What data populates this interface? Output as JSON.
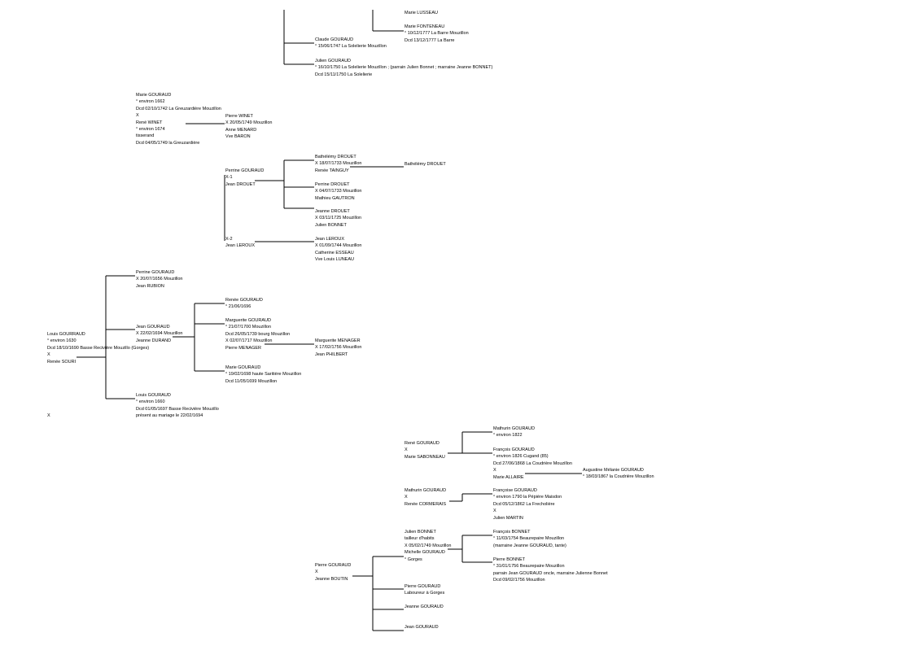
{
  "tree": {
    "marie_lusseau": [
      "Marie LUSSEAU"
    ],
    "marie_fonteneau": [
      "Marie FONTENEAU",
      "° 10/12/1777 La Barre Mouzillon",
      "Dcd 13/12/1777 La Barre"
    ],
    "claude_gouraud": [
      "Claude GOURAUD",
      "° 15/06/1747 La Solelierie Mouzillon"
    ],
    "julien_gouraud_1750": [
      "Julien GOURAUD",
      "° 16/10/1750 La Solelierie Mouzillon ; (parrain Julien Bonnet ; marraine Jeanne BONNET)",
      "Dcd 15/11/1750 La Solelierie"
    ],
    "marie_gouraud_winet": [
      "Marie GOURAUD",
      "° environ 1662",
      "Dcd 02/10/1742 La Greuzardière Mouzillon",
      "X",
      "René WINET",
      "° environ 1674",
      "tisserand",
      "Dcd 04/05/1749 la Greuzardière"
    ],
    "pierre_winet": [
      "Pierre WINET",
      "X  20/05/1749 Mouzillon",
      "Anne MENARD",
      "Vve BARON"
    ],
    "perrine_gouraud_drouet": [
      "Perrine GOURAUD",
      "X-1",
      "Jean DROUET"
    ],
    "barthelemy_drouet_1": [
      "Bathélémy DROUET",
      "X 18/07/1733 Mouzillon",
      "Renée TAINGUY"
    ],
    "barthelemy_drouet_2": [
      "Bathélémy DROUET"
    ],
    "perrine_drouet": [
      "Perrine DROUET",
      "X 04/07/1733 Mouzillon",
      "Mathieu GAUTRON"
    ],
    "jeanne_drouet": [
      "Jeanne DROUET",
      "X 03/11/1725 Mouzillon",
      "Julien BONNET"
    ],
    "x2_jean_leroux": [
      "X-2",
      "Jean LEROUX"
    ],
    "jean_leroux_child": [
      "Jean LEROUX",
      "X 01/09/1744 Mouzillon",
      "Catherine ESSEAU",
      "Vve Louis LUNEAU"
    ],
    "perrine_gouraud_rubion": [
      "Perrine GOURAUD",
      "X 20/07/1656 Mouzillon",
      "Jean RUBION"
    ],
    "jean_gouraud_durand": [
      "Jean GOURAUD",
      "X 22/02/1694 Mouzillon",
      "Jeanne DURAND"
    ],
    "louis_gourraud_souri": [
      "Louis GOURRAUD",
      "° environ 1630",
      "Dcd 18/10/1690 Basse Recivière Mouzillo (Gorges)",
      "X",
      "Renée SOURI"
    ],
    "x_single": [
      "X"
    ],
    "louis_gouraud_1660": [
      "Louis GOURAUD",
      "° environ 1660",
      "Dcd 01/05/1697 Basse Recivière Mouzillo",
      "présent au mariage le 22/02/1694"
    ],
    "renee_gouraud": [
      "Renée GOURAUD",
      "° 21/06/1696"
    ],
    "marguerite_gouraud": [
      "Marguerite GOURAUD",
      "° 21/07/1700 Mouzillon",
      "Dcd 26/05/1739 bourg Mouzillon",
      "X 02/07/1717 Mouzillon",
      "Pierre MENAGER"
    ],
    "marguerite_menager": [
      "Marguerite MENAGER",
      "X 17/02/1756 Mouzillon",
      "Jean PHILBERT"
    ],
    "marie_gouraud_1698": [
      "Marie GOURAUD",
      "° 19/02/1698 haute Saritière Mouzillon",
      "Dcd 11/05/1699 Mouzillon"
    ],
    "rene_gouraud_sabonneau": [
      "René GOURAUD",
      "X",
      "Marie SABONNEAU"
    ],
    "mathurin_gouraud_1822": [
      "Mathurin GOURAUD",
      "° environ 1822"
    ],
    "francois_gouraud_allaire": [
      "François GOURAUD",
      "° environ  1826  Cugand (85)",
      "Dcd 27/06/1868 La Coudrière Mouzillon",
      "X",
      "Marie ALLAIRE"
    ],
    "augustine_gouraud": [
      "Augustine Mélanie GOURAUD",
      "° 18/03/1867 la Coudrière Mouzillon"
    ],
    "mathurin_cormerais": [
      "Mathurin GOURAUD",
      "X",
      "Renée CORMERAIS"
    ],
    "francoise_gouraud": [
      "Françoise GOURAUD",
      "° environ  1790 la Pépière Maisdon",
      "Dcd 05/12/1862 La Frecholière",
      "X",
      "Julien MARTIN"
    ],
    "julien_bonnet": [
      "Julien BONNET",
      "tailleur d'habits",
      "X 05/02/1749 Mouzillon",
      "Michelle GOURAUD",
      "° Gorges"
    ],
    "francois_bonnet": [
      "François BONNET",
      "° 11/03/1754 Beaurepaire Mouzillon",
      "(marraine Jeanne GOURAUD, tante)"
    ],
    "pierre_bonnet": [
      "Pierre BONNET",
      "° 31/01/1756 Beaurepaire Mouzillon",
      "parrain Jean GOURAUD oncle, marraine Julienne Bonnet",
      "Dcd 09/02/1756 Mouzillon"
    ],
    "pierre_gouraud_boutin": [
      "Pierre GOURAUD",
      "X",
      "Jeanne BOUTIN"
    ],
    "pierre_gouraud_laboureur": [
      "Pierre GOURAUD",
      "Laboureur à Gorges"
    ],
    "jeanne_gouraud": [
      "Jeanne GOURAUD"
    ],
    "jean_gouraud_last": [
      "Jean GOURAUD"
    ]
  },
  "colors": {
    "line": "#000000",
    "text": "#000000",
    "background": "#ffffff"
  }
}
